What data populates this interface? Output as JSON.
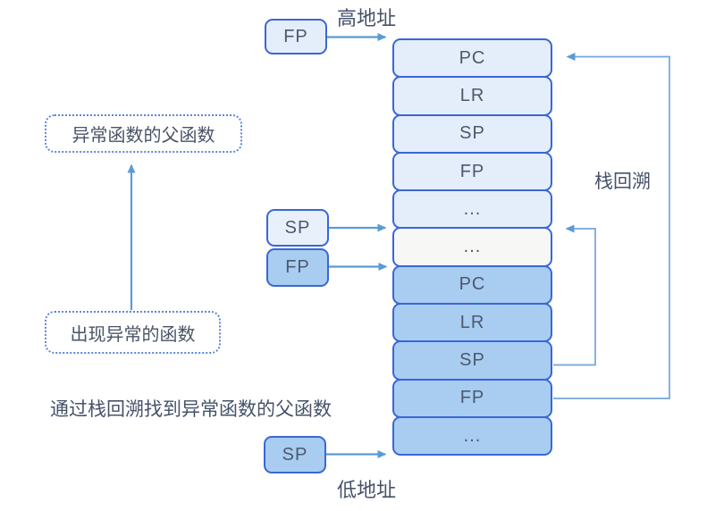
{
  "diagram": {
    "high_address_label": "高地址",
    "low_address_label": "低地址",
    "backtrace_label": "栈回溯",
    "caption": "通过栈回溯找到异常函数的父函数"
  },
  "callouts": {
    "parent_function": "异常函数的父函数",
    "exception_function": "出现异常的函数"
  },
  "pointers": {
    "top_fp": "FP",
    "mid_sp": "SP",
    "mid_fp": "FP",
    "bottom_sp": "SP"
  },
  "stack": {
    "rows": [
      {
        "label": "PC",
        "tone": "light"
      },
      {
        "label": "LR",
        "tone": "light"
      },
      {
        "label": "SP",
        "tone": "light"
      },
      {
        "label": "FP",
        "tone": "light"
      },
      {
        "label": "...",
        "tone": "light"
      },
      {
        "label": "...",
        "tone": "white"
      },
      {
        "label": "PC",
        "tone": "dark"
      },
      {
        "label": "LR",
        "tone": "dark"
      },
      {
        "label": "SP",
        "tone": "dark"
      },
      {
        "label": "FP",
        "tone": "dark"
      },
      {
        "label": "...",
        "tone": "dark"
      }
    ]
  },
  "colors": {
    "box_border": "#3a66d6",
    "light_fill": "#e3eefa",
    "white_fill": "#f7f7f5",
    "dark_fill": "#a8cdf0",
    "arrow": "#5b9bd5",
    "text": "#4a5468"
  }
}
